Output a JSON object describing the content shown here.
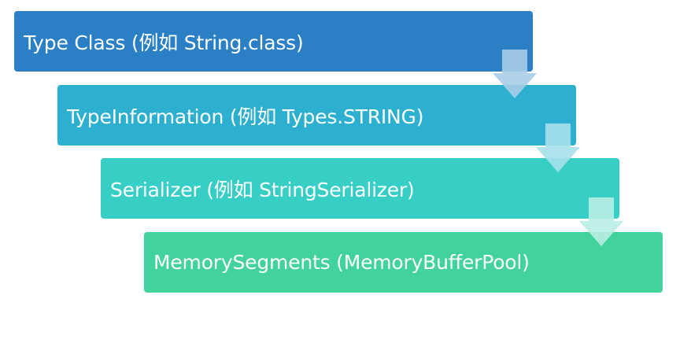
{
  "boxes": [
    {
      "label": "Type Class (例如 String.class)",
      "color": "#2a7fc5"
    },
    {
      "label": "TypeInformation (例如 Types.STRING)",
      "color": "#2db0d0"
    },
    {
      "label": "Serializer (例如 StringSerializer)",
      "color": "#37cfc5"
    },
    {
      "label": "MemorySegments (MemoryBufferPool)",
      "color": "#42d39c"
    }
  ],
  "arrows": [
    {
      "icon": "arrow-down-icon",
      "color": "#a9cde6"
    },
    {
      "icon": "arrow-down-icon",
      "color": "#a9e0ec"
    },
    {
      "icon": "arrow-down-icon",
      "color": "#b8ede3"
    }
  ]
}
